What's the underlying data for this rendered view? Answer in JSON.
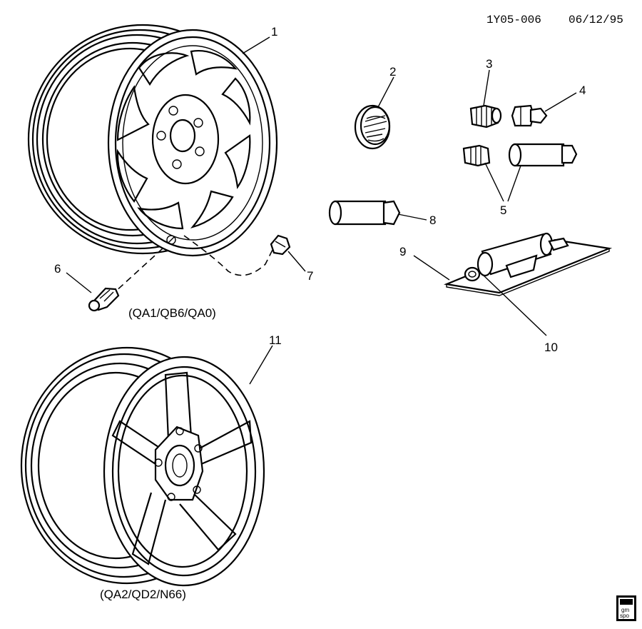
{
  "header": {
    "code": "1Y05-006",
    "date": "06/12/95"
  },
  "callouts": {
    "c1": "1",
    "c2": "2",
    "c3": "3",
    "c4": "4",
    "c5": "5",
    "c6": "6",
    "c7": "7",
    "c8": "8",
    "c9": "9",
    "c10": "10",
    "c11": "11"
  },
  "notes": {
    "upper_wheel": "(QA1/QB6/QA0)",
    "lower_wheel": "(QA2/QD2/N66)"
  },
  "logo": {
    "line1": "gm",
    "line2": "spo"
  }
}
